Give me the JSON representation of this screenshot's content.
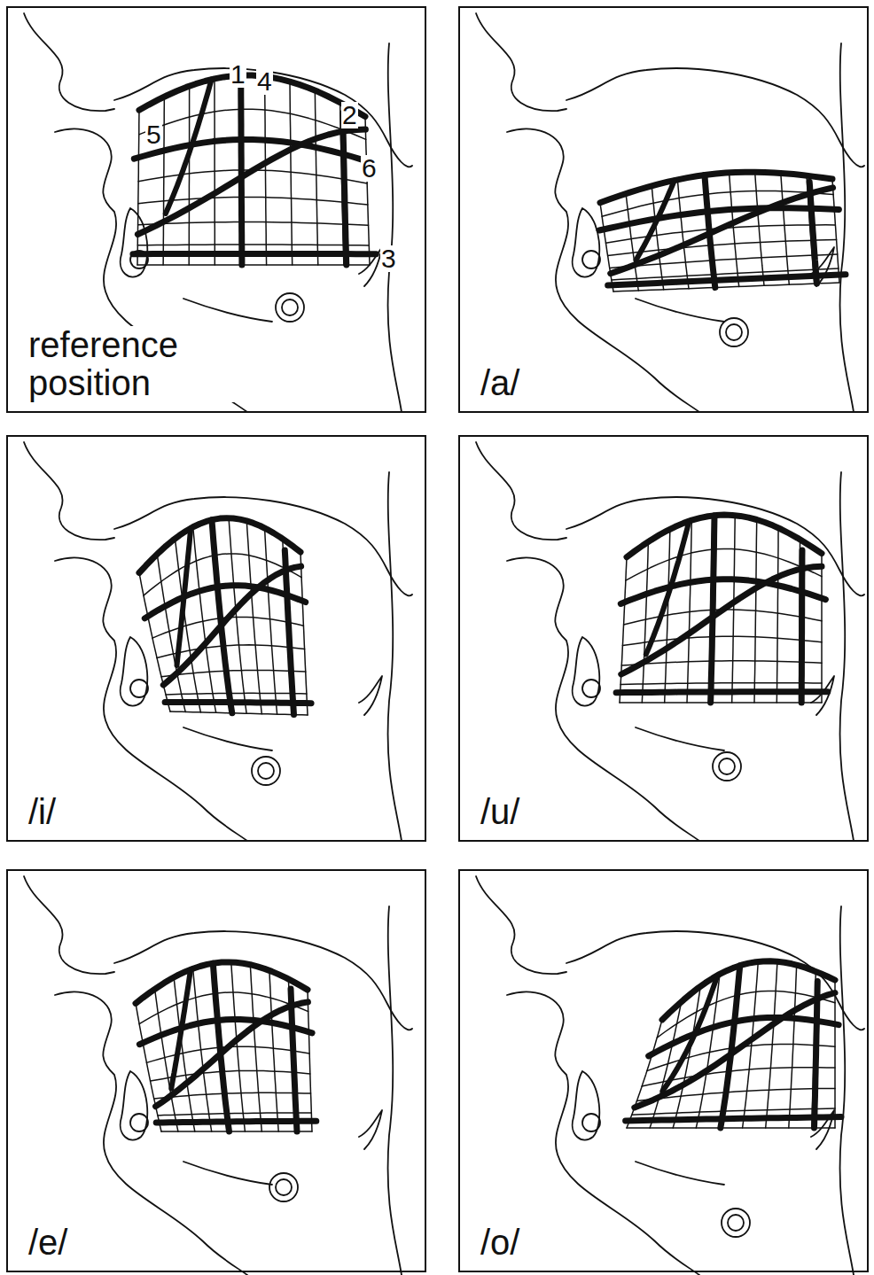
{
  "diagram": {
    "nodes": [
      {
        "text": [
          "reference position"
        ]
      },
      {
        "text": [
          "/a/"
        ]
      },
      {
        "text": [
          "/i/"
        ]
      },
      {
        "text": [
          "/u/"
        ]
      },
      {
        "text": [
          "/e/"
        ]
      },
      {
        "text": [
          "/o/"
        ]
      }
    ],
    "labels": [
      "1",
      "4",
      "2",
      "5",
      "6",
      "3"
    ]
  }
}
